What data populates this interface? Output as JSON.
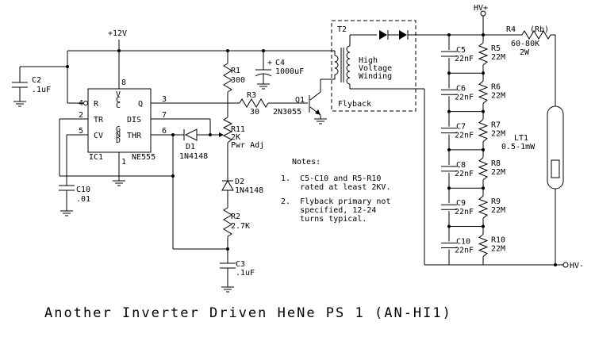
{
  "title": "Another Inverter Driven HeNe PS 1 (AN-HI1)",
  "supply": {
    "v12": "+12V",
    "hvp": "HV+",
    "hvm": "HV-"
  },
  "ic": {
    "ref": "IC1",
    "part": "NE555",
    "pins": {
      "p4": "4",
      "p2": "2",
      "p5": "5",
      "p8": "8",
      "p1": "1",
      "p3": "3",
      "p7": "7",
      "p6": "6",
      "R": "R",
      "TR": "TR",
      "CV": "CV",
      "Q": "Q",
      "DIS": "DIS",
      "THR": "THR",
      "VCC": "V\nC\nC",
      "GND": "G\nN\nD"
    }
  },
  "parts": {
    "C2": {
      "ref": "C2",
      "val": ".1uF"
    },
    "C10b": {
      "ref": "C10",
      "val": ".01"
    },
    "R1": {
      "ref": "R1",
      "val": "300"
    },
    "C4": {
      "ref": "C4",
      "val": "1000uF",
      "pol": "+"
    },
    "R3": {
      "ref": "R3",
      "val": "30"
    },
    "Q1": {
      "ref": "Q1",
      "val": "2N3055"
    },
    "R11": {
      "ref": "R11",
      "val": "2K",
      "note": "Pwr Adj"
    },
    "D1": {
      "ref": "D1",
      "val": "1N4148"
    },
    "D2": {
      "ref": "D2",
      "val": "1N4148"
    },
    "R2": {
      "ref": "R2",
      "val": "2.7K"
    },
    "C3": {
      "ref": "C3",
      "val": ".1uF"
    },
    "T2": {
      "ref": "T2",
      "label": "Flyback",
      "winding": [
        "High",
        "Voltage",
        "Winding"
      ]
    },
    "R4": {
      "ref": "R4",
      "rb": "(Rb)",
      "val": "60-80K",
      "pw": "2W"
    },
    "LT1": {
      "ref": "LT1",
      "val": "0.5-1mW"
    }
  },
  "caps": [
    {
      "ref": "C5",
      "val": "22nF"
    },
    {
      "ref": "C6",
      "val": "22nF"
    },
    {
      "ref": "C7",
      "val": "22nF"
    },
    {
      "ref": "C8",
      "val": "22nF"
    },
    {
      "ref": "C9",
      "val": "22nF"
    },
    {
      "ref": "C10",
      "val": "22nF"
    }
  ],
  "res": [
    {
      "ref": "R5",
      "val": "22M"
    },
    {
      "ref": "R6",
      "val": "22M"
    },
    {
      "ref": "R7",
      "val": "22M"
    },
    {
      "ref": "R8",
      "val": "22M"
    },
    {
      "ref": "R9",
      "val": "22M"
    },
    {
      "ref": "R10",
      "val": "22M"
    }
  ],
  "notes": {
    "heading": "Notes:",
    "n1": [
      "1.  C5-C10 and R5-R10",
      "    rated at least 2KV."
    ],
    "n2": [
      "2.  Flyback primary not",
      "    specified, 12-24",
      "    turns typical."
    ]
  }
}
